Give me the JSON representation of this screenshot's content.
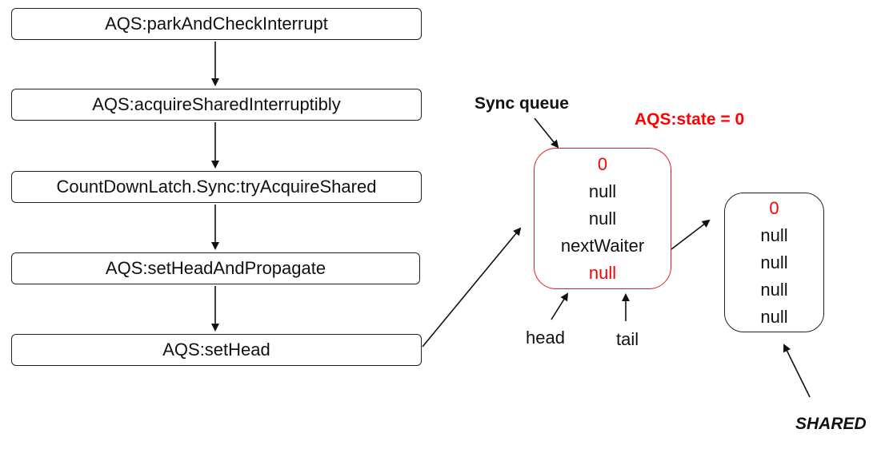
{
  "call_chain": [
    "AQS:parkAndCheckInterrupt",
    "AQS:acquireSharedInterruptibly",
    "CountDownLatch.Sync:tryAcquireShared",
    "AQS:setHeadAndPropagate",
    "AQS:setHead"
  ],
  "sync_queue_label": "Sync queue",
  "state_label": "AQS:state = 0",
  "head_node": {
    "wait_status": "0",
    "prev": "null",
    "thread": "null",
    "next_waiter_label": "nextWaiter",
    "next_waiter": "null"
  },
  "shared_node": {
    "wait_status": "0",
    "field2": "null",
    "field3": "null",
    "field4": "null",
    "field5": "null"
  },
  "pointer_labels": {
    "head": "head",
    "tail": "tail",
    "shared": "SHARED"
  },
  "colors": {
    "highlight": "#ff0000",
    "border": "#222222"
  }
}
